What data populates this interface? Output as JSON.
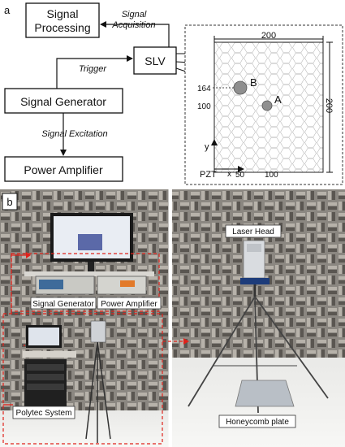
{
  "panel_a": {
    "label": "a",
    "blocks": {
      "signal_processing_line1": "Signal",
      "signal_processing_line2": "Processing",
      "slv": "SLV",
      "signal_generator": "Signal Generator",
      "power_amplifier": "Power Amplifier"
    },
    "arrow_labels": {
      "signal_line1": "Signal",
      "acquisition_line2": "Acquisition",
      "trigger": "Trigger",
      "signal_excitation": "Signal Excitation"
    },
    "plate": {
      "dim_top": "200",
      "dim_right": "200",
      "y_164": "164",
      "y_100": "100",
      "axis_y": "y",
      "axis_x": "x",
      "pzt": "PZT",
      "x_50": "50",
      "x_100": "100",
      "point_b": "B",
      "point_a": "A"
    }
  },
  "panel_b": {
    "label": "b",
    "photo_labels": {
      "signal_generator": "Signal Generator",
      "power_amplifier": "Power Amplifier",
      "polytec_system": "Polytec System",
      "laser_head": "Laser Head",
      "honeycomb_plate": "Honeycomb plate"
    }
  },
  "colors": {
    "anechoic_wall": "#8b8781",
    "wedge_light": "#b7b2aa",
    "wedge_dark": "#55524e",
    "dashed_red": "#e0221b",
    "box_border": "#111111",
    "marker_gray": "#8f8f8f"
  }
}
